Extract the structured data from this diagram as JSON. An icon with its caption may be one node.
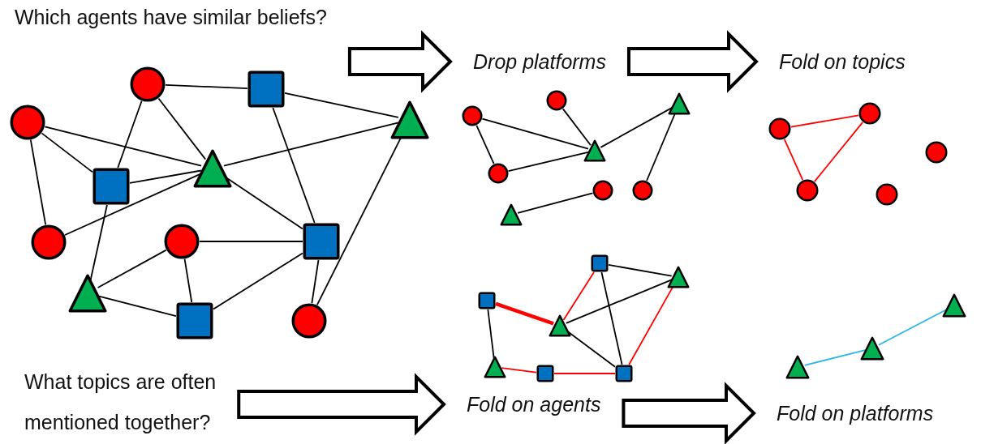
{
  "diagram": {
    "nodes": [
      {
        "text": [
          "Which agents have similar beliefs?"
        ]
      },
      {
        "text": [
          "Drop platforms"
        ]
      },
      {
        "text": [
          "Fold on topics"
        ]
      },
      {
        "text": [
          "What topics are often mentioned together?"
        ]
      },
      {
        "text": [
          "Fold on agents"
        ]
      },
      {
        "text": [
          "Fold on platforms"
        ]
      },
      {
        "text": [],
        "shape": "circle"
      },
      {
        "text": [],
        "shape": "box"
      },
      {
        "text": [],
        "shape": "circle"
      },
      {
        "text": [],
        "shape": "box"
      },
      {
        "text": [],
        "shape": "triangle"
      },
      {
        "text": [],
        "shape": "triangle"
      },
      {
        "text": [],
        "shape": "circle"
      },
      {
        "text": [],
        "shape": "circle"
      },
      {
        "text": [],
        "shape": "box"
      },
      {
        "text": [],
        "shape": "triangle"
      },
      {
        "text": [],
        "shape": "box"
      },
      {
        "text": [],
        "shape": "circle"
      },
      {
        "text": [],
        "shape": "circle"
      },
      {
        "text": [],
        "shape": "circle"
      },
      {
        "text": [],
        "shape": "triangle"
      },
      {
        "text": [],
        "shape": "triangle"
      },
      {
        "text": [],
        "shape": "circle"
      },
      {
        "text": [],
        "shape": "circle"
      },
      {
        "text": [],
        "shape": "circle"
      },
      {
        "text": [],
        "shape": "triangle"
      },
      {
        "text": [],
        "shape": "circle"
      },
      {
        "text": [],
        "shape": "circle"
      },
      {
        "text": [],
        "shape": "circle"
      },
      {
        "text": [],
        "shape": "circle"
      },
      {
        "text": [],
        "shape": "circle"
      },
      {
        "text": [],
        "shape": "box"
      },
      {
        "text": [],
        "shape": "triangle"
      },
      {
        "text": [],
        "shape": "box"
      },
      {
        "text": [],
        "shape": "triangle"
      },
      {
        "text": [],
        "shape": "triangle"
      },
      {
        "text": [],
        "shape": "box"
      },
      {
        "text": [],
        "shape": "box"
      },
      {
        "text": [],
        "shape": "triangle"
      },
      {
        "text": [],
        "shape": "triangle"
      },
      {
        "text": [],
        "shape": "triangle"
      }
    ],
    "edges": [
      {
        "from": 0,
        "to": 1,
        "arrow": "to",
        "style": "thick"
      },
      {
        "from": 1,
        "to": 2,
        "arrow": "to",
        "style": "thick"
      },
      {
        "from": 3,
        "to": 4,
        "arrow": "to",
        "style": "thick"
      },
      {
        "from": 4,
        "to": 5,
        "arrow": "to",
        "style": "thick"
      },
      {
        "from": 6,
        "to": 7,
        "arrow": "none"
      },
      {
        "from": 6,
        "to": 9,
        "arrow": "none"
      },
      {
        "from": 6,
        "to": 10,
        "arrow": "none"
      },
      {
        "from": 7,
        "to": 11,
        "arrow": "none"
      },
      {
        "from": 7,
        "to": 14,
        "arrow": "none"
      },
      {
        "from": 8,
        "to": 10,
        "arrow": "none"
      },
      {
        "from": 8,
        "to": 9,
        "arrow": "none"
      },
      {
        "from": 8,
        "to": 12,
        "arrow": "none"
      },
      {
        "from": 9,
        "to": 10,
        "arrow": "none"
      },
      {
        "from": 9,
        "to": 15,
        "arrow": "none"
      },
      {
        "from": 10,
        "to": 11,
        "arrow": "none"
      },
      {
        "from": 10,
        "to": 12,
        "arrow": "none"
      },
      {
        "from": 10,
        "to": 14,
        "arrow": "none"
      },
      {
        "from": 13,
        "to": 14,
        "arrow": "none"
      },
      {
        "from": 13,
        "to": 15,
        "arrow": "none"
      },
      {
        "from": 13,
        "to": 16,
        "arrow": "none"
      },
      {
        "from": 15,
        "to": 16,
        "arrow": "none"
      },
      {
        "from": 16,
        "to": 14,
        "arrow": "none"
      },
      {
        "from": 14,
        "to": 17,
        "arrow": "none"
      },
      {
        "from": 17,
        "to": 11,
        "arrow": "none"
      },
      {
        "from": 18,
        "to": 21,
        "arrow": "none"
      },
      {
        "from": 18,
        "to": 22,
        "arrow": "none"
      },
      {
        "from": 19,
        "to": 21,
        "arrow": "none"
      },
      {
        "from": 20,
        "to": 21,
        "arrow": "none"
      },
      {
        "from": 22,
        "to": 21,
        "arrow": "none"
      },
      {
        "from": 20,
        "to": 24,
        "arrow": "none"
      },
      {
        "from": 25,
        "to": 23,
        "arrow": "none"
      },
      {
        "from": 26,
        "to": 27,
        "arrow": "none",
        "color": "#ff0000"
      },
      {
        "from": 26,
        "to": 29,
        "arrow": "none",
        "color": "#ff0000"
      },
      {
        "from": 27,
        "to": 29,
        "arrow": "none",
        "color": "#ff0000"
      },
      {
        "from": 31,
        "to": 32,
        "arrow": "none"
      },
      {
        "from": 31,
        "to": 34,
        "arrow": "none",
        "color": "#ff0000"
      },
      {
        "from": 31,
        "to": 37,
        "arrow": "none"
      },
      {
        "from": 32,
        "to": 34,
        "arrow": "none"
      },
      {
        "from": 32,
        "to": 37,
        "arrow": "none",
        "color": "#ff0000"
      },
      {
        "from": 33,
        "to": 34,
        "arrow": "none",
        "color": "#ff0000",
        "style": "thick"
      },
      {
        "from": 33,
        "to": 35,
        "arrow": "none"
      },
      {
        "from": 34,
        "to": 37,
        "arrow": "none"
      },
      {
        "from": 35,
        "to": 36,
        "arrow": "none",
        "color": "#ff0000"
      },
      {
        "from": 36,
        "to": 37,
        "arrow": "none",
        "color": "#ff0000"
      },
      {
        "from": 38,
        "to": 39,
        "arrow": "none",
        "color": "#29b6e8"
      },
      {
        "from": 39,
        "to": 40,
        "arrow": "none",
        "color": "#29b6e8"
      }
    ]
  }
}
